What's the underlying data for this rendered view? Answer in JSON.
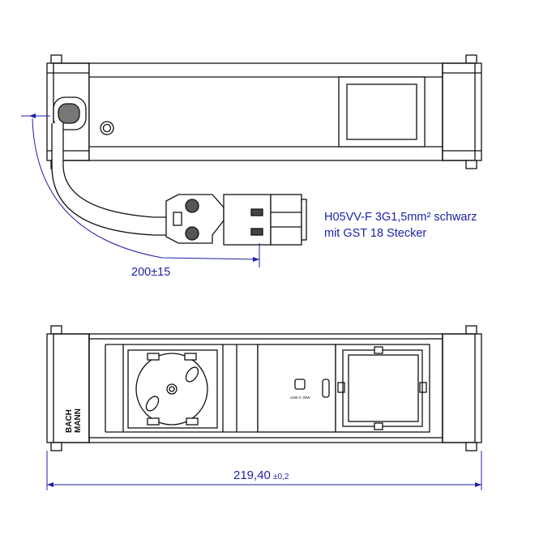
{
  "annotations": {
    "cable_spec_line1": "H05VV-F 3G1,5mm² schwarz",
    "cable_spec_line2": "mit GST 18 Stecker",
    "cable_length_dim": "200±15",
    "width_dim_main": "219,40",
    "width_dim_tol": "±0,2"
  },
  "front_view": {
    "brand_line1": "BACH",
    "brand_line2": "MANN",
    "usb_label": "USB-C 30W"
  },
  "colors": {
    "dimension": "#1f1fa8",
    "outline": "#111111",
    "body_fill": "#ffffff"
  }
}
